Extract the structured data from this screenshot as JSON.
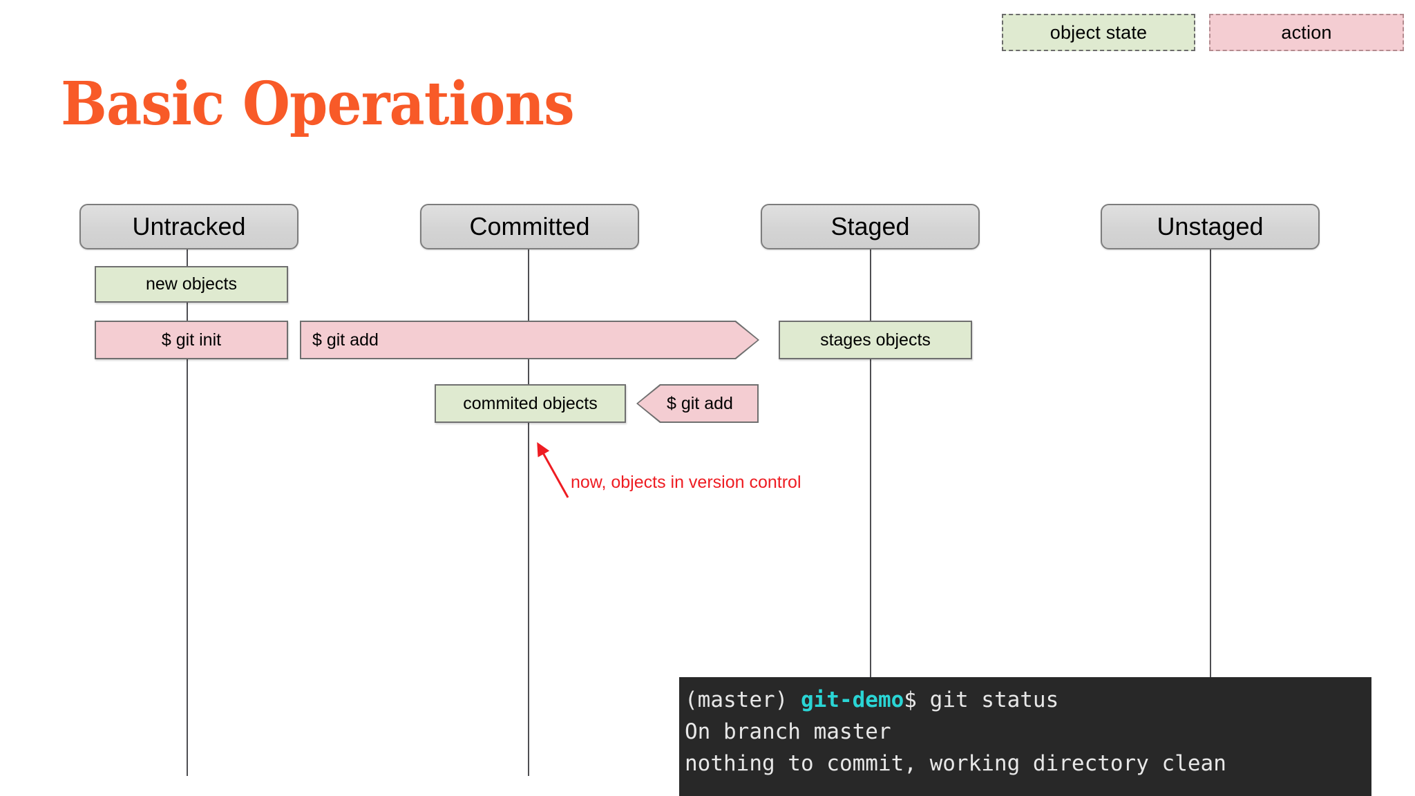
{
  "title": "Basic Operations",
  "legend": [
    {
      "id": "object-state",
      "label": "object state",
      "color": "#dfead0",
      "border": "#6b6b6b"
    },
    {
      "id": "action",
      "label": "action",
      "color": "#f4cdd2",
      "border": "#b38b8f"
    }
  ],
  "columns": [
    {
      "id": "untracked",
      "label": "Untracked"
    },
    {
      "id": "committed",
      "label": "Committed"
    },
    {
      "id": "staged",
      "label": "Staged"
    },
    {
      "id": "unstaged",
      "label": "Unstaged"
    }
  ],
  "nodes": {
    "new_objects": {
      "label": "new objects",
      "kind": "object state"
    },
    "git_init": {
      "label": "$ git init",
      "kind": "action"
    },
    "git_add_right": {
      "label": "$ git add",
      "kind": "action"
    },
    "stages_objects": {
      "label": "stages objects",
      "kind": "object state"
    },
    "commited_objects": {
      "label": "commited objects",
      "kind": "object state"
    },
    "git_add_left": {
      "label": "$ git add",
      "kind": "action"
    }
  },
  "annotation": {
    "text": "now, objects in version control",
    "color": "#ee1c22"
  },
  "terminal": {
    "prompt_prefix": "(master) ",
    "host": "git-demo",
    "command": "$ git status",
    "output_line_1": "On branch master",
    "output_line_2": "nothing to commit, working directory clean",
    "background": "#282828",
    "text_color": "#e8e8e8",
    "host_color": "#2ad5d5"
  },
  "colors": {
    "title": "#f85a28",
    "state_fill": "#dfead0",
    "action_fill": "#f4cdd2",
    "box_border": "#6f6f6f",
    "header_fill": "#d6d6d6",
    "lifeline": "#4e4e52"
  }
}
